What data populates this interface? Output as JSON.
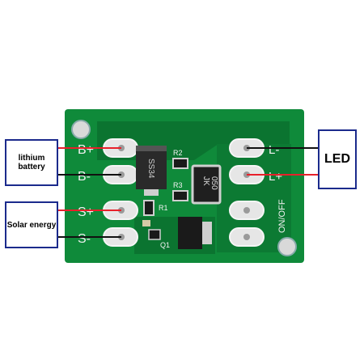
{
  "labels": {
    "battery": "lithium battery",
    "solar": "Solar energy",
    "led": "LED"
  },
  "board": {
    "pads_left": [
      "B+",
      "B-",
      "S+",
      "S-"
    ],
    "pads_right": [
      "L-",
      "L+"
    ],
    "switch_label": "ON/OFF",
    "diode_marking": "SS34",
    "resistors": [
      "R2",
      "R3",
      "R1"
    ],
    "transistor": "Q1",
    "inductor_marking_line1": "JK",
    "inductor_marking_line2": "050"
  },
  "colors": {
    "pcb": "#0f8a3a",
    "pcb_dark": "#0a6e2c",
    "wire_red": "#e8202a",
    "wire_black": "#111111",
    "box_border": "#1b2a8c"
  },
  "icons": {
    "mounting_hole": "mounting-hole-icon",
    "solder_pad": "solder-pad-icon"
  }
}
